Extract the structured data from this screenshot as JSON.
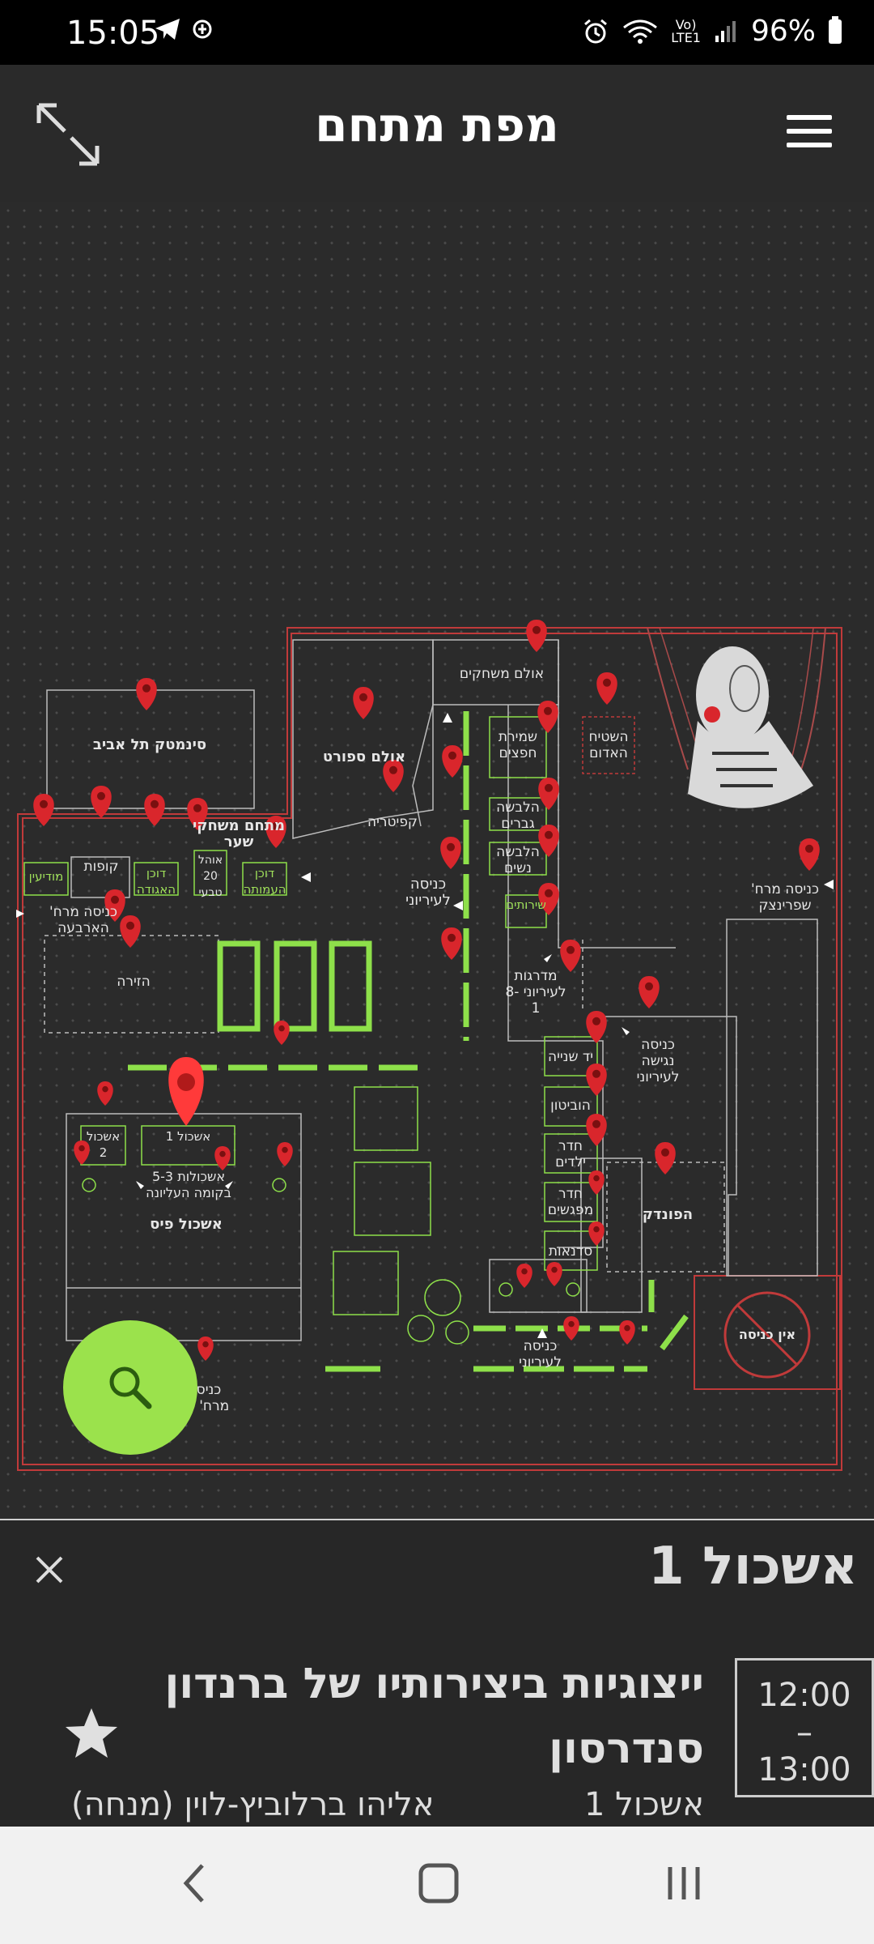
{
  "status": {
    "time": "15:05",
    "net_top": "Vo)",
    "net_bottom": "LTE1",
    "battery": "96%"
  },
  "header": {
    "title": "מפת מתחם",
    "expand_icon": "expand-arrows-icon",
    "menu_icon": "hamburger-menu-icon"
  },
  "map": {
    "labels": {
      "cinematheque": "סינמטק תל אביב",
      "sports_hall": "אולם ספורט",
      "cafeteria": "קפיטריה",
      "games_hall": "אולם משחקים",
      "storage": "שמירת חפצים",
      "red_square": "השטיח האדום",
      "mens_costume": "הלבשה גברים",
      "womens_costume": "הלבשה נשים",
      "toilets": "שירותים",
      "gaming_zone": "מתחם משחקי שער",
      "info": "מודיעין",
      "tickets": "קופות",
      "guild_booth": "דוכן האגודה",
      "tent20": "אוהל 20 טבעי",
      "depth_booth": "דוכן העמותה",
      "entrance_arbaa": "כניסה מרח' הארבעה",
      "arena": "הזירה",
      "entrance_visitors": "כניסה לעיריוני",
      "entrance_springzak": "כניסה מרח' שפרינצק",
      "stairs": "מדרגות לעיריוני 8-1",
      "accessible_entrance": "כניסה נגישה לעיריוני",
      "second_hand": "יד שנייה",
      "hobbit": "הוביטון",
      "kids_room": "חדר ילדים",
      "meeting_room": "חדר מפגשים",
      "workshops": "סדנאות",
      "hotel": "הפונדק",
      "no_entry": "אין כניסה",
      "eshkol2": "אשכול 2",
      "eshkol1": "אשכול 1",
      "eshkolot": "אשכולות 5-3 בקומה העליונה",
      "eshkol_pis": "אשכול פיס",
      "entrance_bottom": "כניסה לעיריוני",
      "entrance_left_bottom_1": "כניס",
      "entrance_left_bottom_2": "מרח' דו"
    },
    "colors": {
      "pin": "#d9262c",
      "walls_red": "#c03a3a",
      "green": "#8ee04a",
      "outline": "#bdbdbd"
    }
  },
  "fab": {
    "icon": "search-icon",
    "color": "#9be24c"
  },
  "panel": {
    "title": "אשכול 1",
    "close_icon": "close-icon",
    "event": {
      "start": "12:00",
      "dash": "–",
      "end": "13:00",
      "title": "ייצוגיות ביצירותיו של ברנדון סנדרסון",
      "location": "אשכול 1",
      "host": "אליהו ברלוביץ-לוין (מנחה)",
      "star_icon": "star-icon"
    }
  },
  "navbar": {
    "back_icon": "back-chevron-icon",
    "home_icon": "home-square-icon",
    "recents_icon": "recents-bars-icon"
  }
}
